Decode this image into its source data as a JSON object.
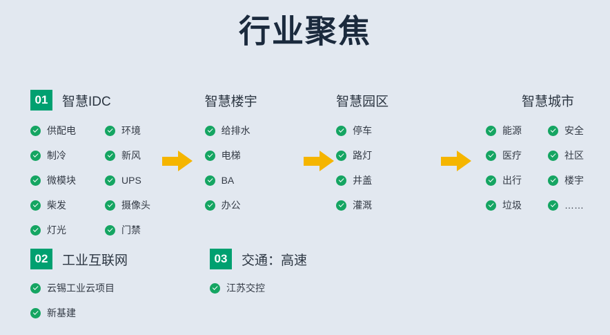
{
  "title": "行业聚焦",
  "colors": {
    "background": "#e2e8f0",
    "title": "#1b2a3d",
    "badge_green": "#00a070",
    "check_green": "#15a562",
    "arrow_amber": "#f5b500",
    "item_text": "#333a45"
  },
  "flow": {
    "columns": [
      {
        "number": "01",
        "title": "智慧IDC",
        "items": [
          "供配电",
          "制冷",
          "微模块",
          "柴发",
          "灯光",
          "环境",
          "新风",
          "UPS",
          "摄像头",
          "门禁"
        ]
      },
      {
        "number": "",
        "title": "智慧楼宇",
        "items": [
          "给排水",
          "电梯",
          "BA",
          "办公"
        ]
      },
      {
        "number": "",
        "title": "智慧园区",
        "items": [
          "停车",
          "路灯",
          "井盖",
          "灌溉"
        ]
      },
      {
        "number": "",
        "title": "智慧城市",
        "items": [
          "能源",
          "医疗",
          "出行",
          "垃圾",
          "安全",
          "社区",
          "楼宇",
          "……"
        ]
      }
    ],
    "arrows": [
      "arrow-right-icon",
      "arrow-right-icon",
      "arrow-right-icon"
    ]
  },
  "sections": [
    {
      "number": "02",
      "title": "工业互联网",
      "items": [
        "云锡工业云项目",
        "新基建"
      ]
    },
    {
      "number": "03",
      "title": "交通：高速",
      "items": [
        "江苏交控"
      ]
    }
  ]
}
